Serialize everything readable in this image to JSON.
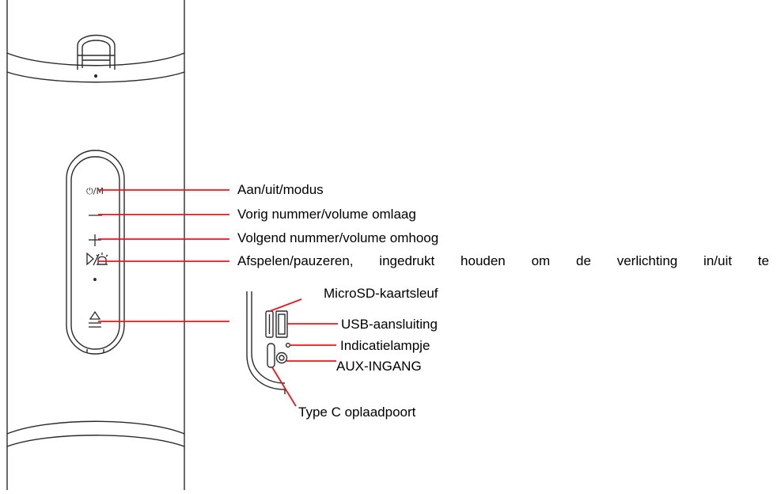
{
  "labels": {
    "power": "Aan/uit/modus",
    "prev": "Vorig nummer/volume omlaag",
    "next": " Volgend nummer/volume omhoog",
    "play": [
      "Afspelen/pauzeren,",
      "ingedrukt",
      "houden",
      "om",
      "de",
      "verlichting",
      "in/uit",
      "te"
    ],
    "microsd": "MicroSD-kaartsleuf",
    "usb": "USB-aansluiting",
    "indicator": "Indicatielampje",
    "aux": "AUX-INGANG",
    "typec": "Type C oplaadpoort"
  },
  "button_glyphs": {
    "power_mode": "⏻/M",
    "eject": "△"
  },
  "colors": {
    "leader": "#e8141c",
    "outline": "#2a2a2a",
    "text": "#000000"
  }
}
